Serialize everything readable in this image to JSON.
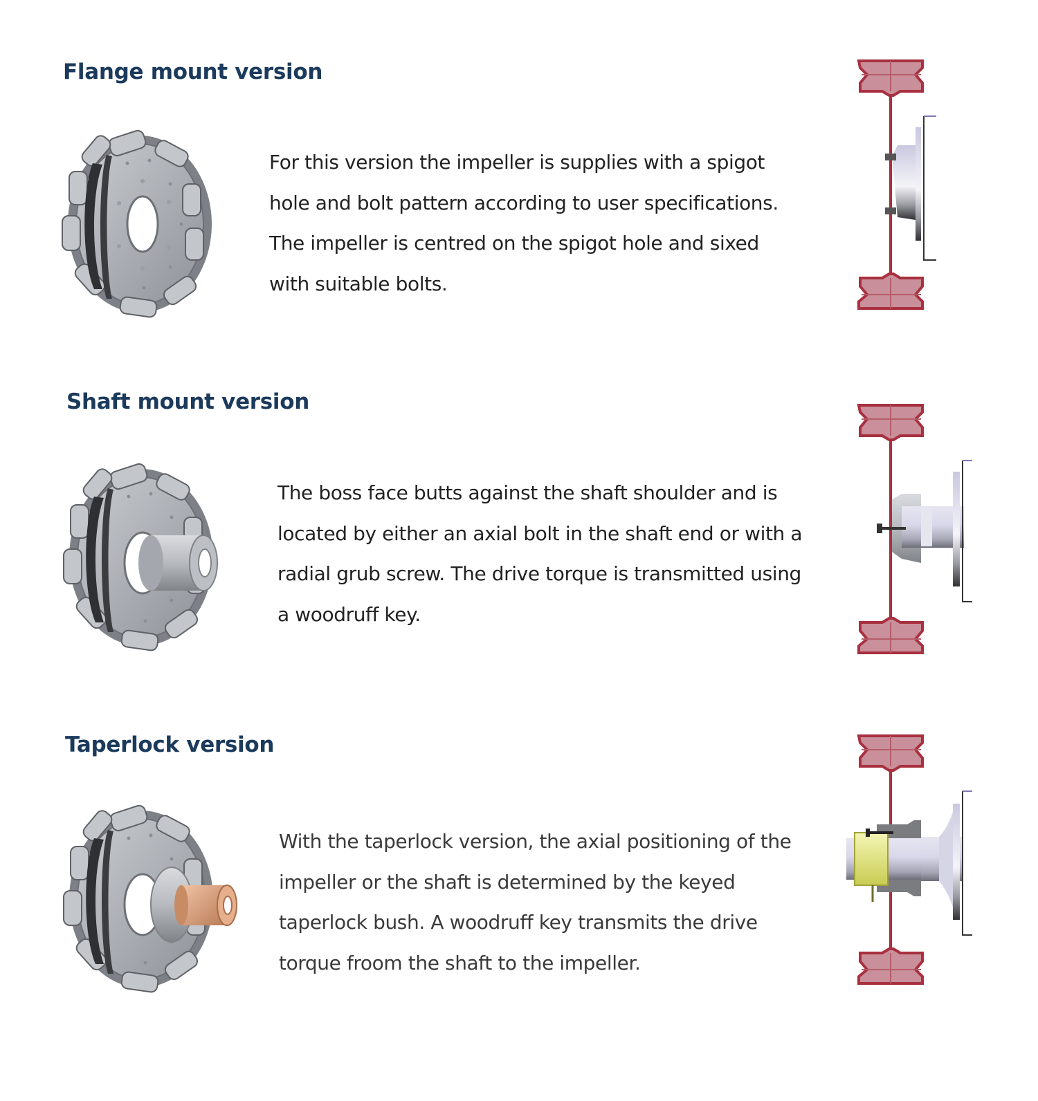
{
  "sections": [
    {
      "title": "Flange mount version",
      "description": "For this version the impeller is supplies with a spigot hole and bolt pattern according to user specifications. The impeller is centred on the spigot hole and sixed with suitable bolts.",
      "impeller_icon": "flange-impeller-3d-icon",
      "section_icon": "flange-mount-cross-section-icon"
    },
    {
      "title": "Shaft mount version",
      "description": "The boss face butts against the shaft shoulder and is located by either an axial bolt in the shaft end or with a radial grub screw. The drive torque is transmitted using a woodruff key.",
      "impeller_icon": "shaft-impeller-3d-icon",
      "section_icon": "shaft-mount-cross-section-icon"
    },
    {
      "title": "Taperlock version",
      "description": "With the taperlock version, the axial positioning of the impeller or the shaft is determined by the keyed taperlock bush. A woodruff key transmits the drive torque froom the shaft to the impeller.",
      "impeller_icon": "taperlock-impeller-3d-icon",
      "section_icon": "taperlock-cross-section-icon"
    }
  ],
  "colors": {
    "heading": "#1b3a5c",
    "body_text": "#222222",
    "impeller_grey": "#a9adb3",
    "impeller_dark": "#2e3033",
    "section_red": "#b03546",
    "section_pink": "#c98f9b",
    "bush_copper": "#d9a07c",
    "bush_yellow": "#e5e87a",
    "shaft_lavender": "#cfcde3"
  }
}
